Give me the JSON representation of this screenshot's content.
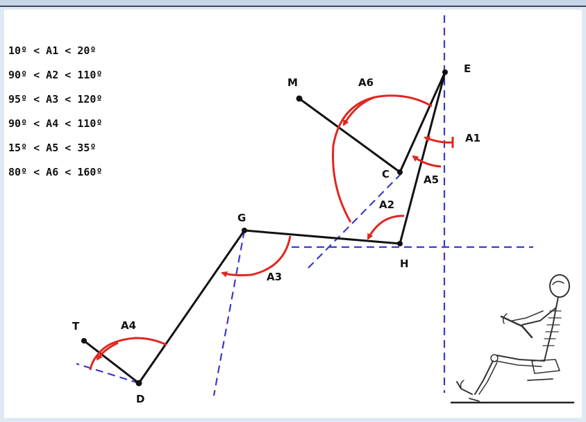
{
  "ranges": [
    "10º < A1 < 20º",
    "90º < A2 < 110º",
    "95º < A3 < 120º",
    "90º < A4 < 110º",
    "15º < A5 < 35º",
    "80º < A6 < 160º"
  ],
  "points": {
    "M": "M",
    "E": "E",
    "C": "C",
    "G": "G",
    "H": "H",
    "T": "T",
    "D": "D"
  },
  "angles": {
    "A1": "A1",
    "A2": "A2",
    "A3": "A3",
    "A4": "A4",
    "A5": "A5",
    "A6": "A6"
  },
  "colors": {
    "segment": "#111111",
    "arc": "#e0261f",
    "reference": "#3a3ac9"
  },
  "icons": {
    "figure": "seated-driver-skeleton-icon"
  }
}
